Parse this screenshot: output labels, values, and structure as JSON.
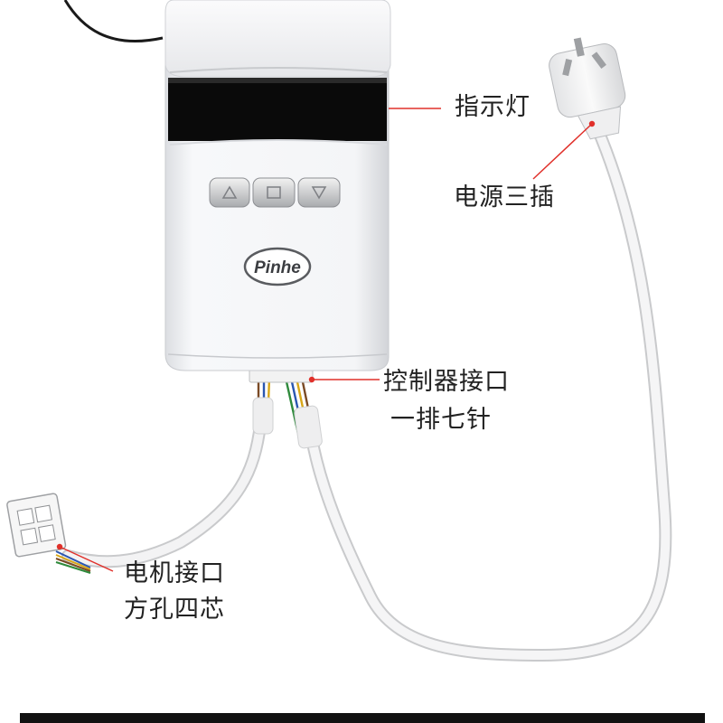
{
  "product": {
    "brand_logo": "Pinhe",
    "button_icons": [
      "triangle-up-icon",
      "square-icon",
      "triangle-down-icon"
    ]
  },
  "labels": {
    "indicator": "指示灯",
    "power_plug": "电源三插",
    "controller_line1": "控制器接口",
    "controller_line2": "一排七针",
    "motor_line1": "电机接口",
    "motor_line2": "方孔四芯"
  },
  "colors": {
    "leader_line": "#e0302a",
    "body": "#f4f5f7",
    "display": "#0a0a0a",
    "cable": "#eceded"
  }
}
